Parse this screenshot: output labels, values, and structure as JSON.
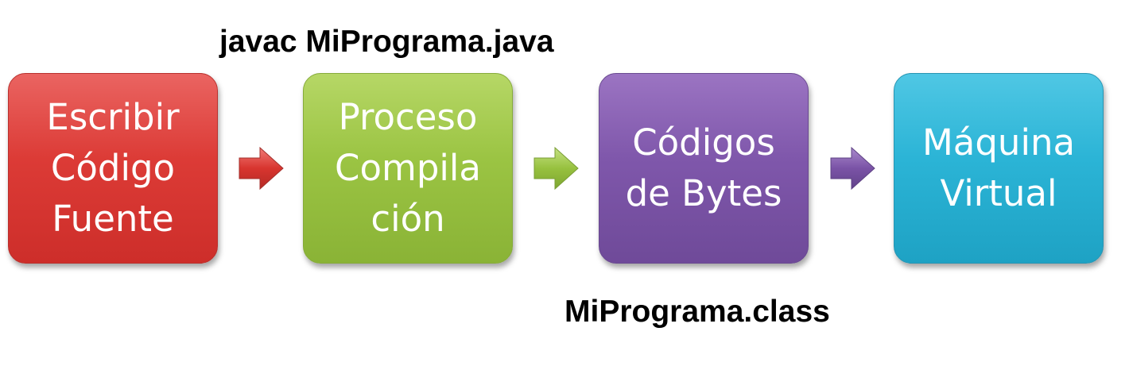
{
  "labels": {
    "compile_command": "javac MiPrograma.java",
    "class_file": "MiPrograma.class"
  },
  "steps": [
    {
      "text": "Escribir\nCódigo\nFuente",
      "color": "#dc3b36"
    },
    {
      "text": "Proceso\nCompila\nción",
      "color": "#9bc443"
    },
    {
      "text": "Códigos\nde Bytes",
      "color": "#7f57ab"
    },
    {
      "text": "Máquina\nVirtual",
      "color": "#2bb4d6"
    }
  ]
}
